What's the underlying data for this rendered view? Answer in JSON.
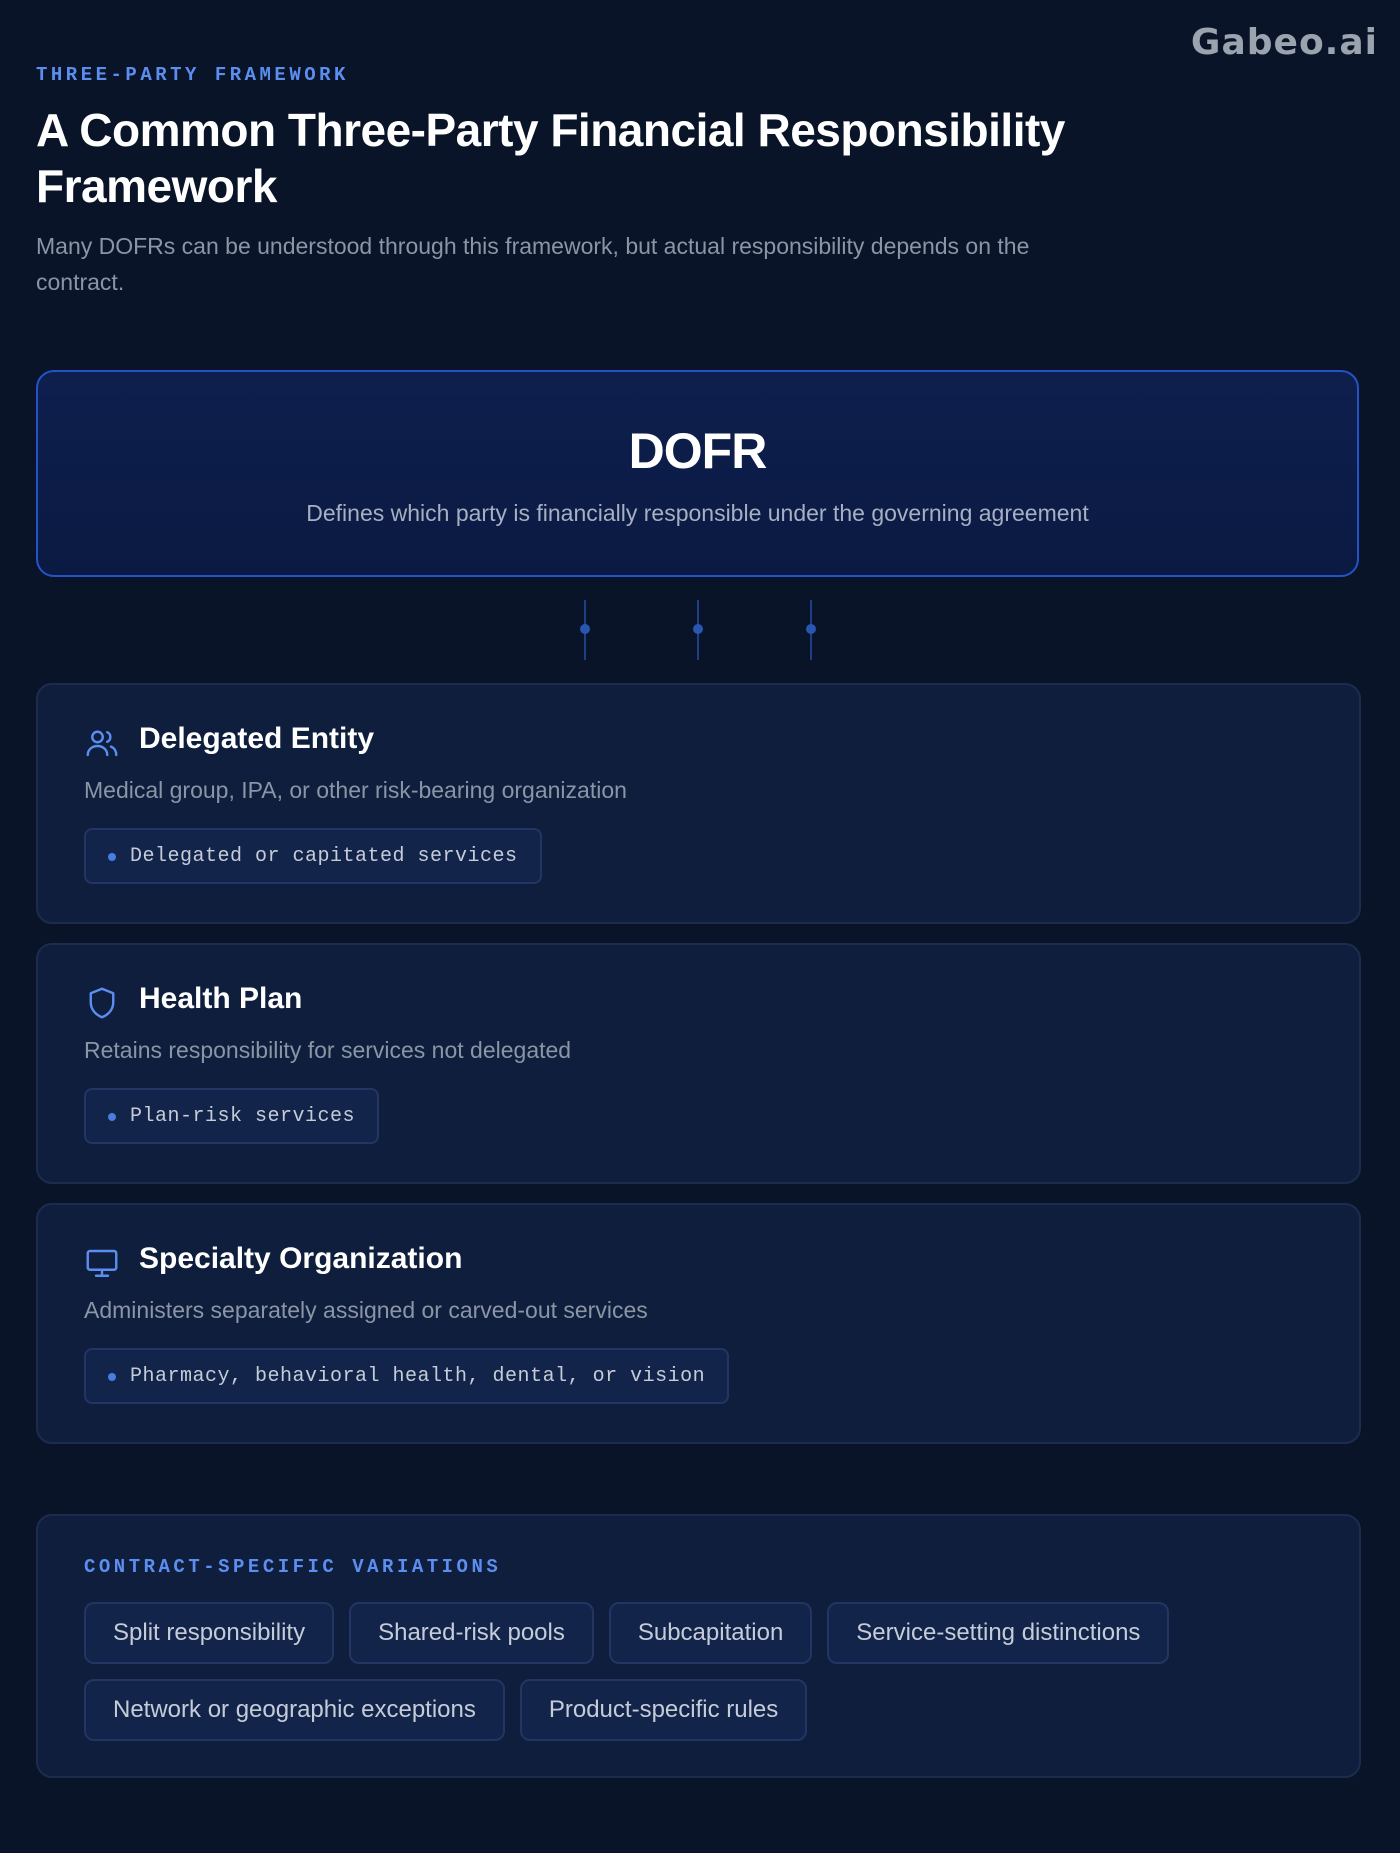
{
  "brand": {
    "logo_text": "Gabeo.ai"
  },
  "header": {
    "eyebrow": "THREE-PARTY FRAMEWORK",
    "title": "A Common Three-Party Financial Responsibility Framework",
    "subtitle": "Many DOFRs can be understood through this framework, but actual responsibility depends on the contract."
  },
  "dofr": {
    "title": "DOFR",
    "description": "Defines which party is financially responsible under the governing agreement"
  },
  "parties": [
    {
      "icon": "users-icon",
      "title": "Delegated Entity",
      "description": "Medical group, IPA, or other risk-bearing organization",
      "tag": "Delegated or capitated services"
    },
    {
      "icon": "shield-icon",
      "title": "Health Plan",
      "description": "Retains responsibility for services not delegated",
      "tag": "Plan-risk services"
    },
    {
      "icon": "monitor-icon",
      "title": "Specialty Organization",
      "description": "Administers separately assigned or carved-out services",
      "tag": "Pharmacy, behavioral health, dental, or vision"
    }
  ],
  "variations": {
    "title": "CONTRACT-SPECIFIC VARIATIONS",
    "tags": [
      "Split responsibility",
      "Shared-risk pools",
      "Subcapitation",
      "Service-setting distinctions",
      "Network or geographic exceptions",
      "Product-specific rules"
    ]
  },
  "colors": {
    "background": "#091428",
    "accent": "#5b8ef0",
    "card": "#0f1e3c",
    "border_accent": "#2452c9"
  }
}
